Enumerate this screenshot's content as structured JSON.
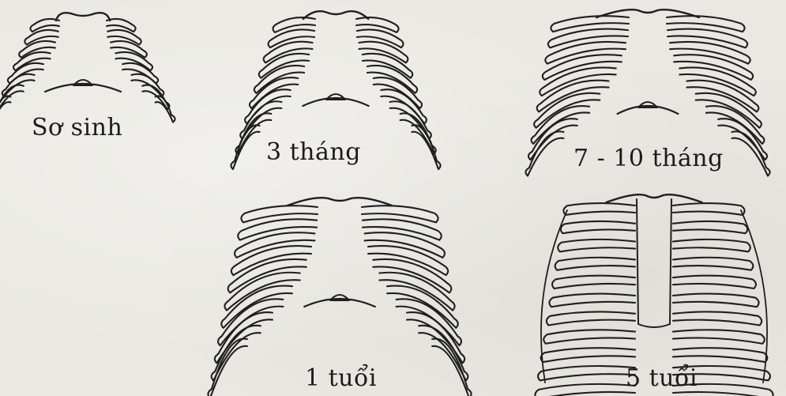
{
  "figure": {
    "panels": [
      {
        "id": "newborn",
        "caption": "Sơ sinh"
      },
      {
        "id": "three-months",
        "caption": "3 tháng"
      },
      {
        "id": "seven-ten-months",
        "caption": "7 - 10 tháng"
      },
      {
        "id": "one-year",
        "caption": "1 tuổi"
      },
      {
        "id": "five-years",
        "caption": "5 tuổi"
      }
    ]
  },
  "style": {
    "ink": "#1f1f1f",
    "paper": "#e9e8e2"
  }
}
